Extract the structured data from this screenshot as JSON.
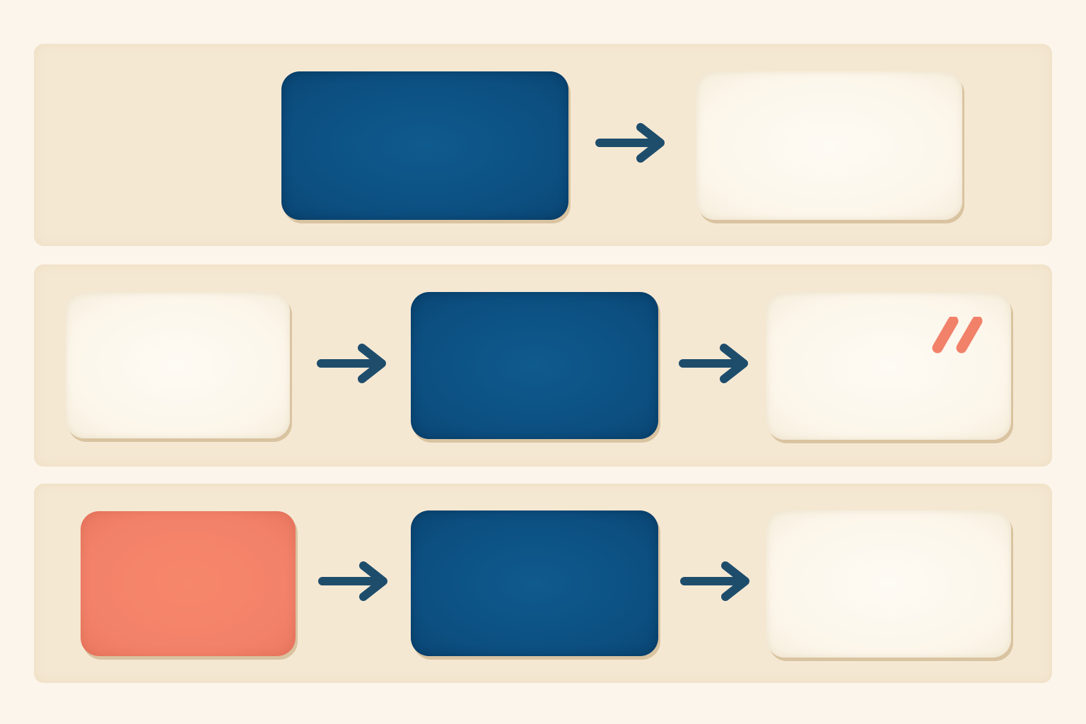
{
  "diagram": {
    "colors": {
      "background": "#fcf5eb",
      "band": "#f5e8d3",
      "navy": "#0c4f80",
      "cream": "#fcf6ea",
      "coral": "#f2816a",
      "arrow": "#1e4d6c"
    },
    "rows": [
      {
        "nodes": [
          {
            "fill": "navy"
          },
          {
            "fill": "cream"
          }
        ],
        "connectors": [
          "right-arrow-icon"
        ]
      },
      {
        "nodes": [
          {
            "fill": "cream"
          },
          {
            "fill": "navy"
          },
          {
            "fill": "cream",
            "icon": "quote-mark-icon"
          }
        ],
        "connectors": [
          "right-arrow-icon",
          "right-arrow-icon"
        ]
      },
      {
        "nodes": [
          {
            "fill": "coral"
          },
          {
            "fill": "navy"
          },
          {
            "fill": "cream"
          }
        ],
        "connectors": [
          "right-arrow-icon",
          "right-arrow-icon"
        ]
      }
    ]
  }
}
